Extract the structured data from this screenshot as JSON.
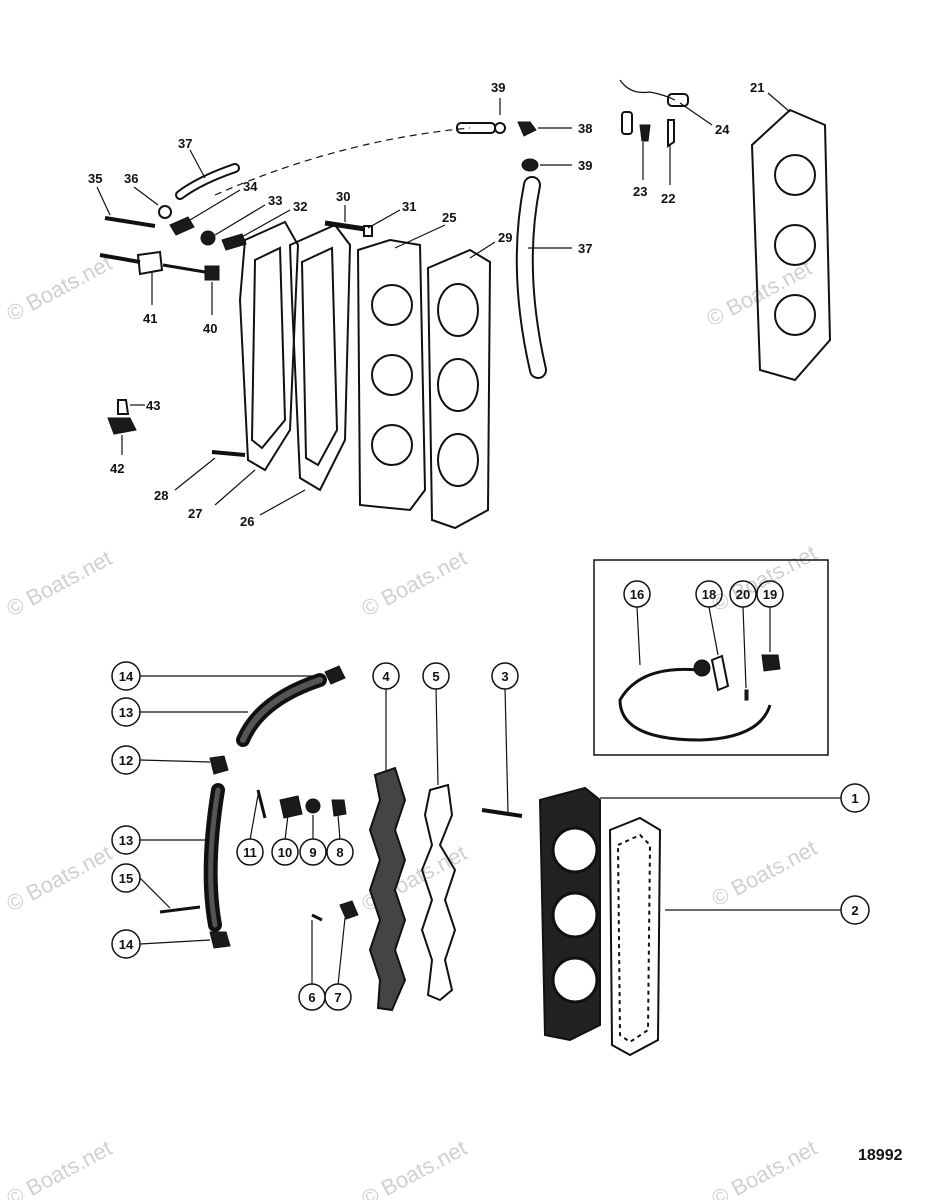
{
  "watermark": "© Boats.net",
  "figure_number": "18992",
  "upper_labels": [
    "39",
    "38",
    "39",
    "37",
    "37",
    "35",
    "36",
    "34",
    "33",
    "32",
    "30",
    "31",
    "25",
    "29",
    "41",
    "40",
    "43",
    "42",
    "28",
    "27",
    "26",
    "21",
    "24",
    "23",
    "22"
  ],
  "circled_labels": [
    "14",
    "13",
    "12",
    "13",
    "15",
    "14",
    "11",
    "10",
    "9",
    "8",
    "6",
    "7",
    "4",
    "5",
    "3",
    "1",
    "2"
  ],
  "inset_labels": [
    "16",
    "18",
    "20",
    "19"
  ]
}
